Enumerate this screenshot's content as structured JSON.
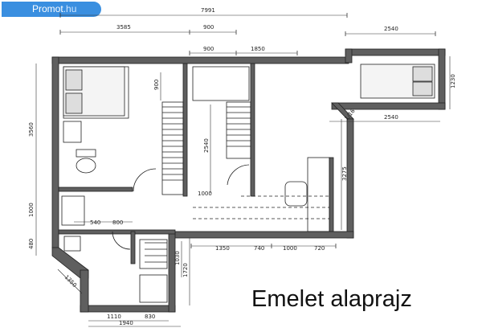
{
  "brand": {
    "name": "Promot",
    "suffix": ".hu",
    "color": "#3a8fe0"
  },
  "title": "Emelet alaprajz",
  "dimensions": {
    "top_total": "7991",
    "top_left": "3585",
    "top_mid": "900",
    "top_right": "2540",
    "inner_900": "900",
    "inner_1850": "1850",
    "right_2540": "2540",
    "right_1230": "1230",
    "right_3275": "3275",
    "stair_900": "900",
    "stair_2540": "2540",
    "stair_1000": "1000",
    "left_3560": "3560",
    "left_1000": "1000",
    "left_480": "480",
    "bath_540": "540",
    "bath_800": "800",
    "bath_1030": "1030",
    "bath_1720": "1720",
    "bottom_1350": "1350",
    "bottom_740": "740",
    "bottom_1000": "1000",
    "bottom_720": "720",
    "diag_1350": "1350",
    "bottom_1110": "1110",
    "bottom_830": "830",
    "bottom_1940": "1940",
    "diag_1_16": "1/16"
  }
}
